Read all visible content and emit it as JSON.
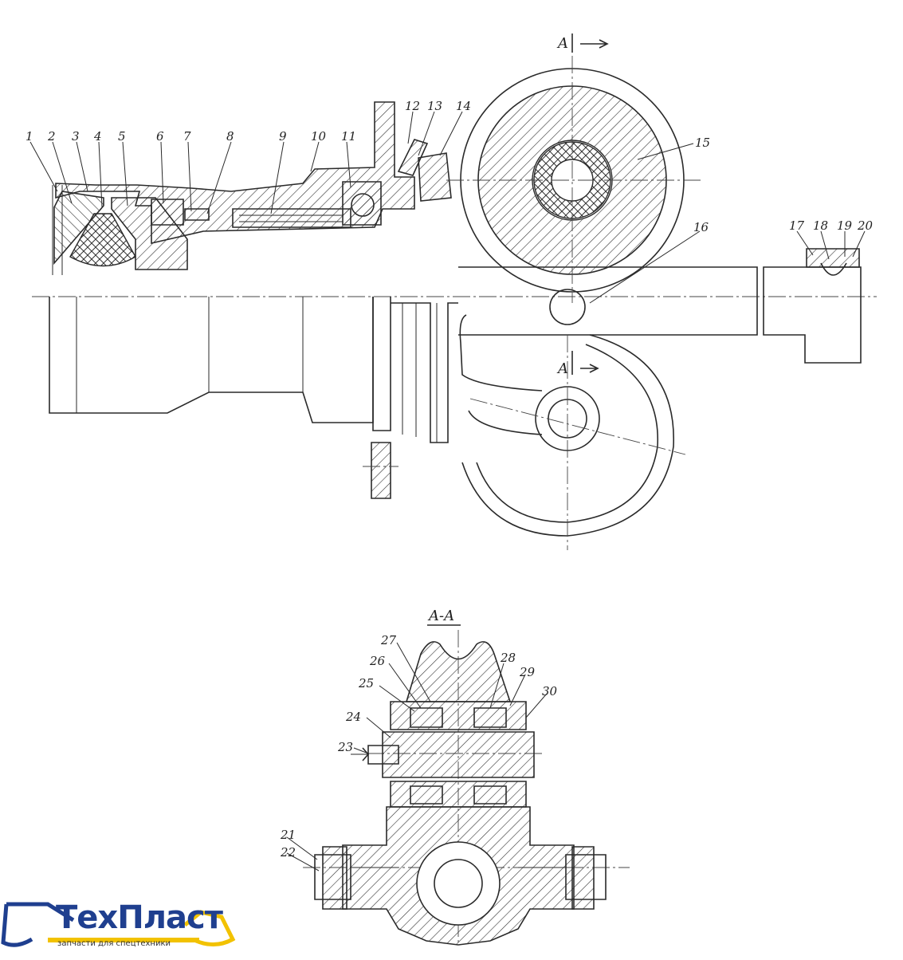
{
  "section_title": "A-A",
  "section_marks": [
    "A",
    "A"
  ],
  "part_numbers": [
    "1",
    "2",
    "3",
    "4",
    "5",
    "6",
    "7",
    "8",
    "9",
    "10",
    "11",
    "12",
    "13",
    "14",
    "15",
    "16",
    "17",
    "18",
    "19",
    "20",
    "21",
    "22",
    "23",
    "24",
    "25",
    "26",
    "27",
    "28",
    "29",
    "30"
  ],
  "logo": {
    "name": "ТехПласт",
    "tagline": "запчасти для спецтехники",
    "accent": "#f2c200",
    "brand": "#1f3f8f"
  }
}
